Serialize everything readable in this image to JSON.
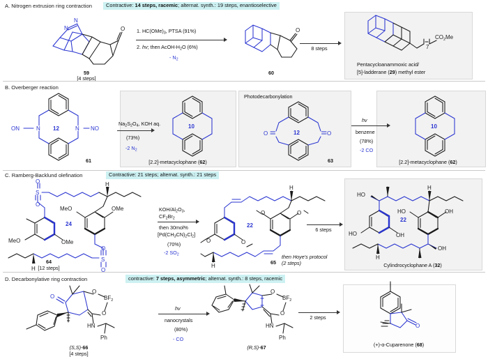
{
  "figure": {
    "panels": [
      {
        "id": "A",
        "title": "A. Nitrogen extrusion ring contraction",
        "badge_pre": "Contractive: ",
        "badge_bold": "14 steps, racemic",
        "badge_post": "; alternat. synth.: 19 steps, enantioselective",
        "reagents": {
          "line1": "1. HC(OMe)3, PTSA (91%)",
          "line2_a": "2. ",
          "line2_i": "hv",
          "line2_b": "; then AcOH-H2O (6%)",
          "loss": "- N2"
        },
        "arrow2_label": "8 steps",
        "labels": {
          "sm_number": "59",
          "sm_steps": "[4 steps]",
          "int_number": "60",
          "product_line1": "Pentacycloanammoxic acid/",
          "product_line2_a": "[5]-ladderane (",
          "product_line2_b": "29",
          "product_line2_c": ") methyl ester",
          "ester": "CO2Me",
          "chain_n": "7",
          "N_top": "N",
          "N_bottom": "N",
          "O_ketone": "O"
        }
      },
      {
        "id": "B",
        "title": "B. Overberger reaction",
        "sub_title": "Photodecarbonylation",
        "reagents1": {
          "line1": "Na2S2O4, KOH aq.",
          "yield": "(73%)",
          "loss": "-2 N2"
        },
        "reagents2": {
          "line1": "hv",
          "line2": "benzene",
          "yield": "(78%)",
          "loss": "-2 CO"
        },
        "labels": {
          "sm_number": "61",
          "sm_ring": "12",
          "sm_left": "ON—N",
          "sm_right": "N—NO",
          "prod1_name_a": "[2.2]-metacyclophane (",
          "prod1_name_b": "62",
          "prod1_name_c": ")",
          "prod1_ring": "10",
          "int_number": "63",
          "int_ring": "12",
          "prod2_name_a": "[2.2]-metacyclophane (",
          "prod2_name_b": "62",
          "prod2_name_c": ")",
          "prod2_ring": "10",
          "O_left": "O",
          "O_right": "O"
        }
      },
      {
        "id": "C",
        "title": "C. Ramberg-Backlund olefination",
        "badge_pre": "Contractive: 21 steps; alternat. synth.: 21 steps",
        "badge_bold": "",
        "badge_post": "",
        "reagents": {
          "line1": "KOH/Al2O3,",
          "line2": "CF2Br2",
          "line3": "then 30mol%",
          "line4": "[Pd(CH3CN)2Cl2]",
          "yield": "(70%)",
          "loss": "-2 SO2"
        },
        "arrow2_label": "6 steps",
        "labels": {
          "sm_number": "64",
          "sm_steps": "[12 steps]",
          "sm_ring": "24",
          "int_number": "65",
          "int_ring": "22",
          "hoye_line1": "then Hoye's protocol",
          "hoye_line2": "(2 steps)",
          "product_name_a": "Cylindrocyclophane A (",
          "product_name_b": "32",
          "product_name_c": ")",
          "product_ring": "22",
          "MeO": "MeO",
          "OMe": "OMe",
          "HO": "HO",
          "OH": "OH",
          "H": "H",
          "S": "S",
          "O": "O"
        }
      },
      {
        "id": "D",
        "title": "D. Decarbonylative ring contraction",
        "badge_pre": "contractive: ",
        "badge_bold": "7 steps, asymmetric",
        "badge_post": "; alternat. synth.: 8 steps, racemic",
        "reagents": {
          "line1": "hv",
          "line2": "nanocrystals",
          "yield": "(80%)",
          "loss": "- CO"
        },
        "arrow2_label": "2 steps",
        "labels": {
          "sm_number_a": "(S,S)-",
          "sm_number_b": "66",
          "sm_steps": "[4 steps]",
          "int_number_a": "(R,S)-",
          "int_number_b": "67",
          "product_name_a": "(+)-α-Cuparenone (",
          "product_name_b": "68",
          "product_name_c": ")",
          "BF2": "BF2",
          "HN": "HN",
          "Ph": "Ph",
          "O": "O"
        }
      }
    ]
  },
  "colors": {
    "blue": "#2a35d0",
    "badge_bg": "#cdf1f2",
    "box_bg": "#f2f2f2",
    "rule": "#c9c9c9"
  }
}
